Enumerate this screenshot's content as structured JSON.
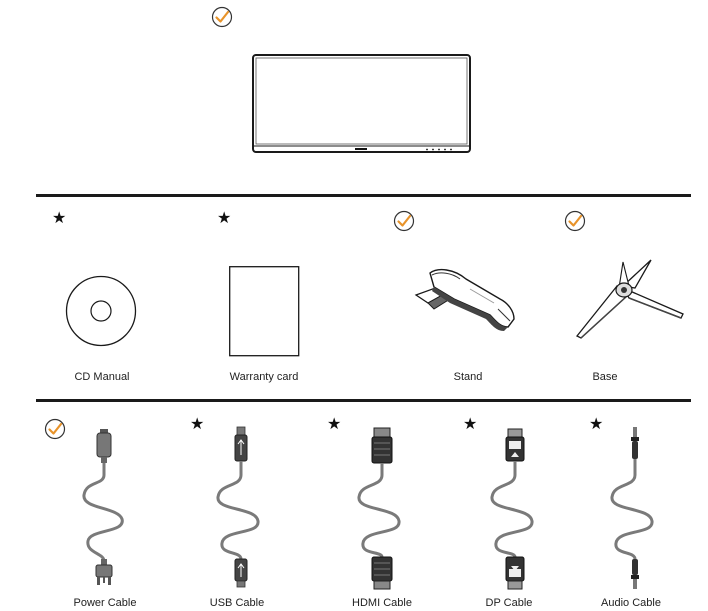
{
  "page": {
    "items_row1": [
      {
        "id": "cd-manual",
        "label": "CD Manual",
        "marker": "★",
        "status": "optional"
      },
      {
        "id": "warranty-card",
        "label": "Warranty card",
        "marker": "★",
        "status": "optional"
      },
      {
        "id": "stand",
        "label": "Stand",
        "status": "included"
      },
      {
        "id": "base",
        "label": "Base",
        "status": "included"
      }
    ],
    "items_row2": [
      {
        "id": "power-cable",
        "label": "Power Cable",
        "status": "included"
      },
      {
        "id": "usb-cable",
        "label": "USB Cable",
        "marker": "★",
        "status": "optional"
      },
      {
        "id": "hdmi-cable",
        "label": "HDMI Cable",
        "marker": "★",
        "status": "optional"
      },
      {
        "id": "dp-cable",
        "label": "DP Cable",
        "marker": "★",
        "status": "optional"
      },
      {
        "id": "audio-cable",
        "label": "Audio Cable",
        "marker": "★",
        "status": "optional"
      }
    ]
  },
  "colors": {
    "check_orange": "#e8932a",
    "line": "#1a1a1a",
    "cable_gray": "#7a7a7a"
  },
  "icons": {
    "included": "check-circle-icon",
    "optional": "star-icon"
  }
}
